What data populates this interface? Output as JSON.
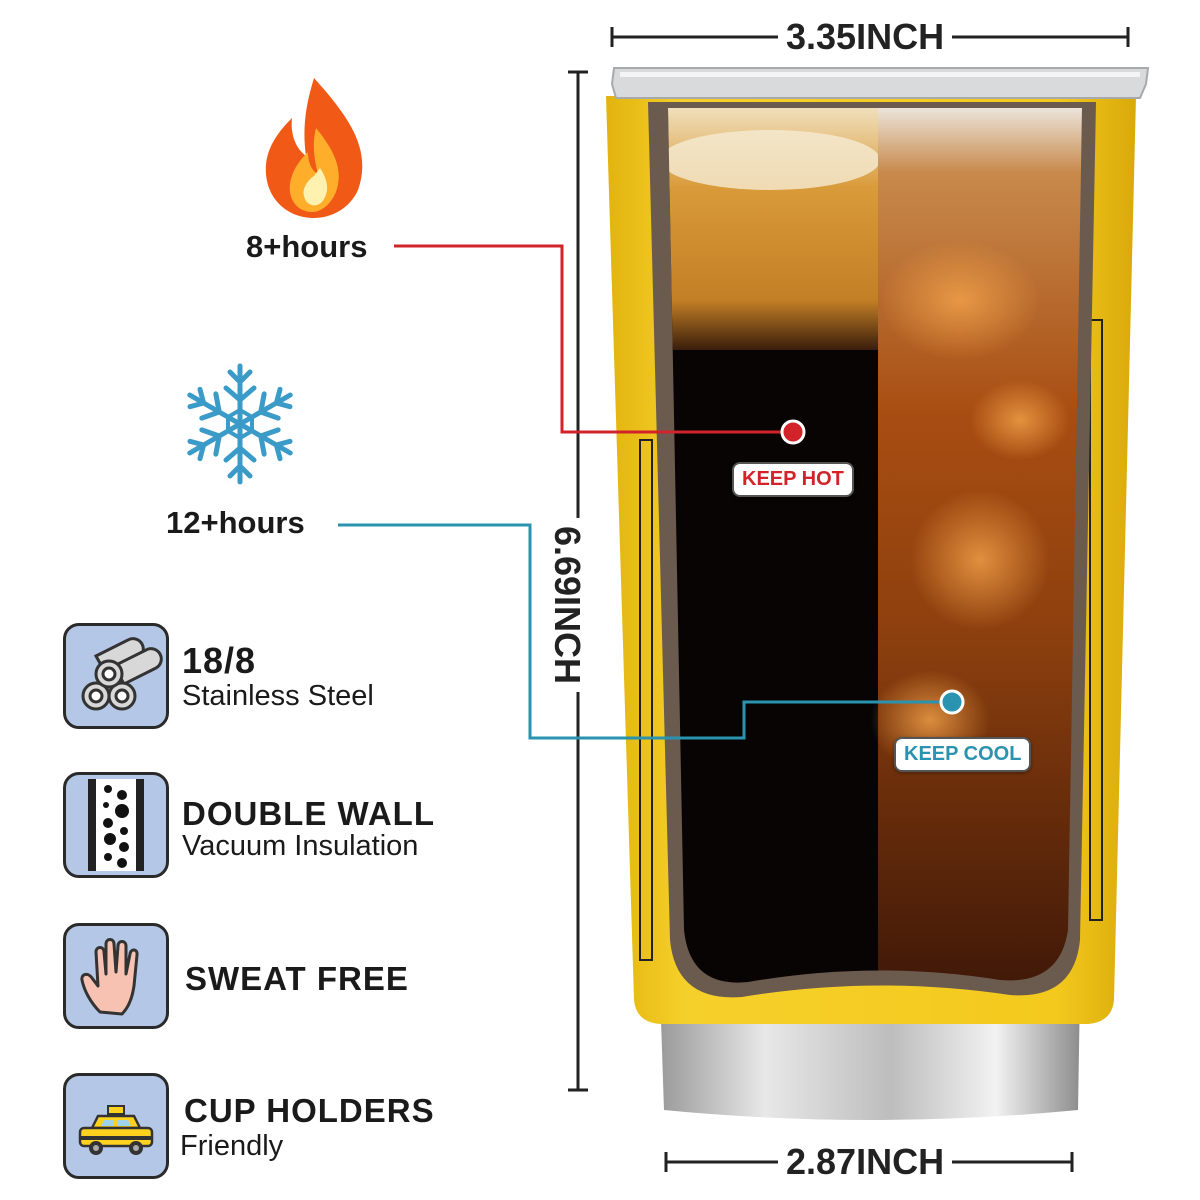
{
  "dimensions": {
    "top_width": "3.35INCH",
    "height": "6.69INCH",
    "bottom_width": "2.87INCH"
  },
  "hot": {
    "hours": "8+hours",
    "label": "KEEP HOT",
    "icon": "fire-icon",
    "color": "#d2232a"
  },
  "cold": {
    "hours": "12+hours",
    "label": "KEEP COOL",
    "icon": "snowflake-icon",
    "color": "#2a93b0"
  },
  "features": [
    {
      "icon": "steel-tubes-icon",
      "title": "18/8",
      "subtitle": "Stainless Steel"
    },
    {
      "icon": "double-wall-icon",
      "title": "DOUBLE WALL",
      "subtitle": "Vacuum Insulation"
    },
    {
      "icon": "hand-icon",
      "title": "SWEAT FREE",
      "subtitle": ""
    },
    {
      "icon": "taxi-icon",
      "title": "CUP HOLDERS",
      "subtitle": "Friendly"
    }
  ],
  "colors": {
    "tumbler_body": "#f2c81c",
    "inner_wall": "#6b5b4f",
    "icon_bg": "#b5c7e6"
  }
}
